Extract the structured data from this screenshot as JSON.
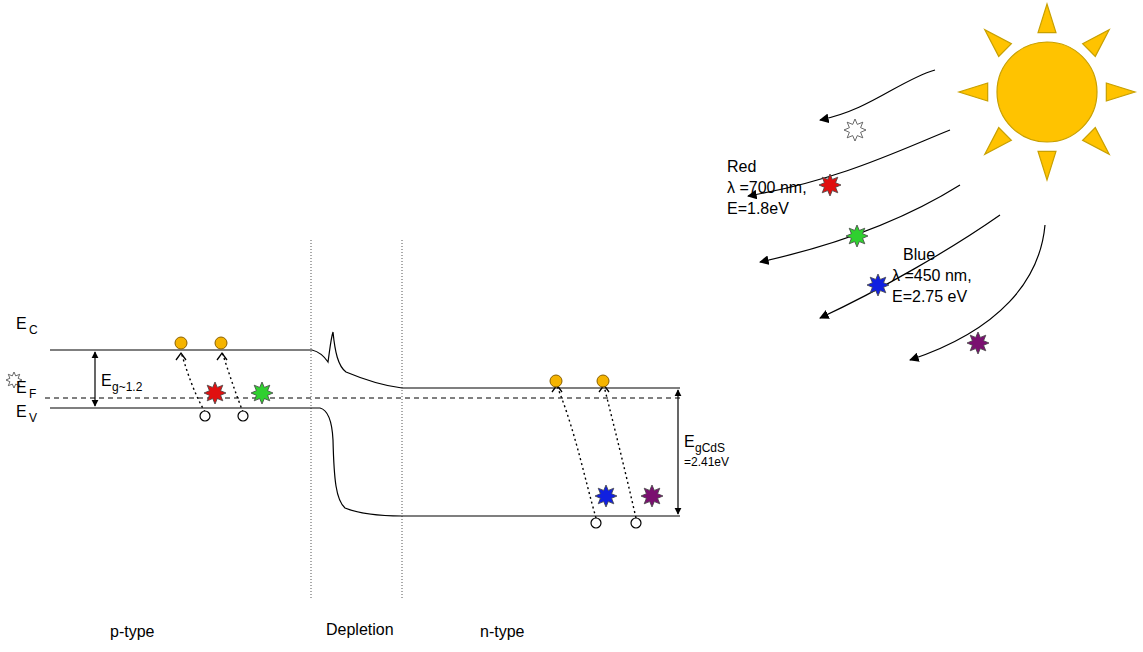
{
  "diagram": {
    "labels": [
      "E",
      "C",
      "E",
      "F",
      "E",
      "V",
      "E",
      "g~1.2",
      "E",
      "gCdS",
      "=2.41eV",
      "Red",
      "λ =700 nm,",
      "E=1.8eV",
      "Blue",
      "λ =450 nm,",
      "E=2.75 eV",
      "p-type",
      "Depletion",
      "n-type"
    ]
  }
}
